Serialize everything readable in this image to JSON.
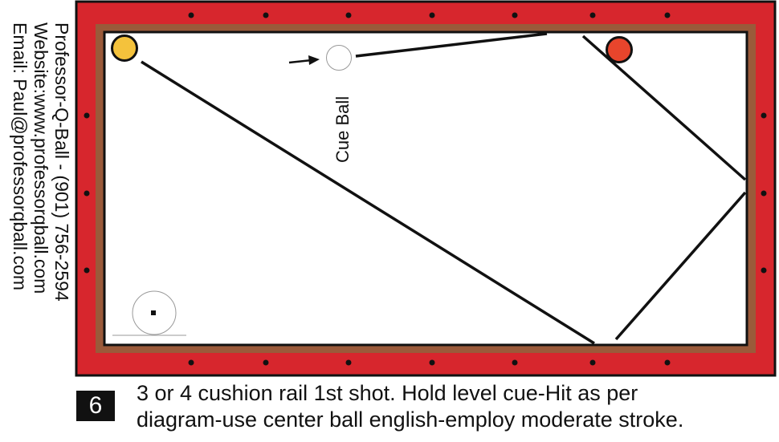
{
  "table": {
    "rail_color": "#d7262d",
    "cushion_color": "#9a5a3a",
    "felt_color": "#ffffff",
    "line_color": "#111111"
  },
  "balls": {
    "yellow": {
      "color": "#f4c23c",
      "name": "yellow ball"
    },
    "red": {
      "color": "#e8452c",
      "name": "red ball"
    },
    "cue_label": "Cue Ball"
  },
  "contact": {
    "line1": "Professor-Q-Ball - (901) 756-2594",
    "line2": "Website:www.professorqball.com",
    "line3": "Email: Paul@professorqball.com"
  },
  "shot": {
    "number": "6",
    "line1": "3 or 4 cushion rail 1st shot.  Hold level cue-Hit as per",
    "line2": "diagram-use center ball english-employ moderate stroke."
  }
}
